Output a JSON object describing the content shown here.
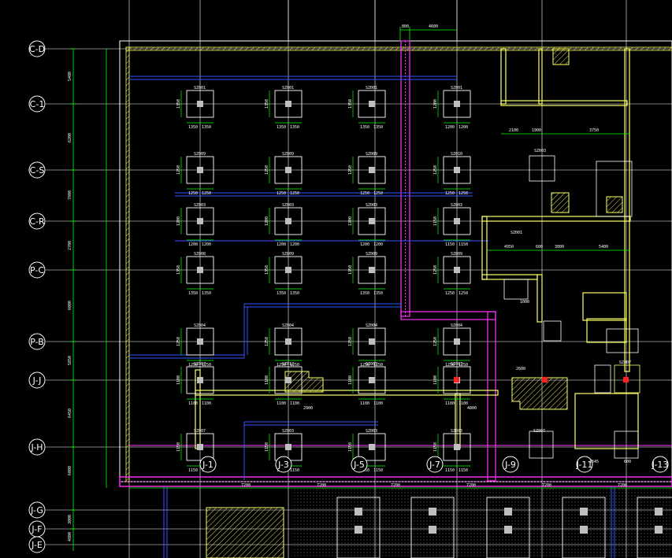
{
  "drawing": {
    "title": "",
    "background": "#000000",
    "colors": {
      "grid": "#ffffff",
      "dimension": "#00ff00",
      "wall": "#ffff66",
      "wall_hatch": "#e0e060",
      "duct": "#ff33ff",
      "pipe_blue": "#3355ff",
      "footing": "#ffffff",
      "column": "#bfbfbf",
      "alarm_red": "#ff2020"
    }
  },
  "axes_left": [
    {
      "label": "C-D"
    },
    {
      "label": "C-1"
    },
    {
      "label": "C-S"
    },
    {
      "label": "C-R"
    },
    {
      "label": "P-C"
    },
    {
      "label": "P-B"
    },
    {
      "label": "J-J"
    },
    {
      "label": "J-H"
    },
    {
      "label": "J-G"
    },
    {
      "label": "J-F"
    },
    {
      "label": "J-E"
    }
  ],
  "axes_bottom": [
    {
      "label": "J-1"
    },
    {
      "label": "J-3"
    },
    {
      "label": "J-5"
    },
    {
      "label": "J-7"
    },
    {
      "label": "J-9"
    },
    {
      "label": "J-11"
    },
    {
      "label": "J-13"
    }
  ],
  "left_dimensions": [
    "5400",
    "6200",
    "7800",
    "2700",
    "6000",
    "5850",
    "6450",
    "6000",
    "3000",
    "4800"
  ],
  "top_dimensions": [
    "800",
    "4600"
  ],
  "bottom_dimensions": [
    "7200",
    "7200",
    "7200",
    "7200",
    "7200",
    "7200"
  ],
  "footings": [
    {
      "tag": "SZ001",
      "w": "1350",
      "h": "1350"
    },
    {
      "tag": "SZ001",
      "w": "1350",
      "h": "1350"
    },
    {
      "tag": "SZ001",
      "w": "1350",
      "h": "1350"
    },
    {
      "tag": "SZ001",
      "w": "1200",
      "h": "1200"
    },
    {
      "tag": "SZ009",
      "w": "1250",
      "h": "1250"
    },
    {
      "tag": "SZ009",
      "w": "1250",
      "h": "1250"
    },
    {
      "tag": "SZ009",
      "w": "1250",
      "h": "1250"
    },
    {
      "tag": "SZ010",
      "w": "1250",
      "h": "1250"
    },
    {
      "tag": "SZ003",
      "w": "1200",
      "h": "1200"
    },
    {
      "tag": "SZ003",
      "w": "1200",
      "h": "1200"
    },
    {
      "tag": "SZ003",
      "w": "1200",
      "h": "1200"
    },
    {
      "tag": "SZ003",
      "w": "1150",
      "h": "1150"
    },
    {
      "tag": "SZ008",
      "w": "1350",
      "h": "1350"
    },
    {
      "tag": "SZ009",
      "w": "1350",
      "h": "1350"
    },
    {
      "tag": "SZ009",
      "w": "1350",
      "h": "1350"
    },
    {
      "tag": "SZ009",
      "w": "1250",
      "h": "1250"
    },
    {
      "tag": "SZ004",
      "w": "1250",
      "h": "1250"
    },
    {
      "tag": "SZ004",
      "w": "1250",
      "h": "1250"
    },
    {
      "tag": "SZ004",
      "w": "1250",
      "h": "1250"
    },
    {
      "tag": "SZ004",
      "w": "1250",
      "h": "1250"
    },
    {
      "tag": "SZ007",
      "w": "1100",
      "h": "1100"
    },
    {
      "tag": "SZ012",
      "w": "1100",
      "h": "1100"
    },
    {
      "tag": "SZ007",
      "w": "1100",
      "h": "1100"
    },
    {
      "tag": "SZ007",
      "w": "1100",
      "h": "1100"
    },
    {
      "tag": "SZ007",
      "w": "1150",
      "h": "1150"
    },
    {
      "tag": "SZ003",
      "w": "1150",
      "h": "1150"
    },
    {
      "tag": "SZ003",
      "w": "1150",
      "h": "1150"
    },
    {
      "tag": "SZ003",
      "w": "1150",
      "h": "1150"
    }
  ],
  "right_zone_dims": [
    "2100",
    "1900",
    "3750",
    "4950",
    "600",
    "3000",
    "5400",
    "2600",
    "1000"
  ],
  "misc_labels": [
    "SZ003",
    "SZ001",
    "SZ007",
    "SZ007",
    "1645",
    "600",
    "2900",
    "4800"
  ]
}
